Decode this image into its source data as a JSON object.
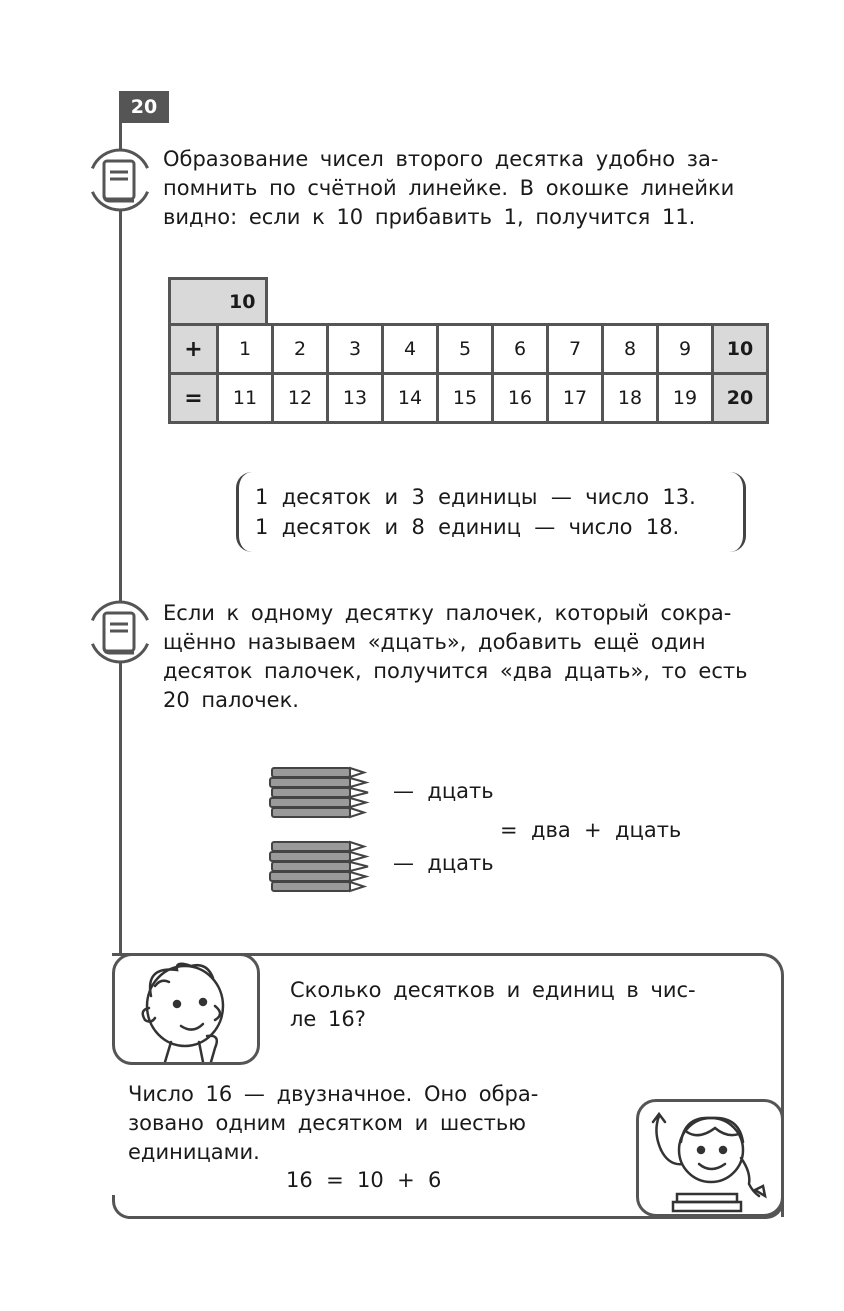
{
  "page_number": "20",
  "block1": {
    "lines": [
      "Образование чисел второго десятка удобно за-",
      "помнить по счётной линейке. В окошке линейки",
      "видно: если к 10 прибавить 1, получится 11."
    ]
  },
  "ruler": {
    "header": "10",
    "plus_sign": "+",
    "equals_sign": "=",
    "top_row": [
      "1",
      "2",
      "3",
      "4",
      "5",
      "6",
      "7",
      "8",
      "9",
      "10"
    ],
    "bottom_row": [
      "11",
      "12",
      "13",
      "14",
      "15",
      "16",
      "17",
      "18",
      "19",
      "20"
    ]
  },
  "examples": {
    "line1": "1  десяток  и  3  единицы  —  число  13.",
    "line2": "1  десяток  и  8  единиц  —  число  18."
  },
  "block2": {
    "lines": [
      "Если к одному десятку палочек, который сокра-",
      "щённо называем «дцать», добавить ещё один",
      "десяток палочек, получится «два дцать», то есть",
      "20 палочек."
    ]
  },
  "sticks": {
    "label_top": "—  дцать",
    "label_bottom": "—  дцать",
    "result": "=  два  +  дцать"
  },
  "question": {
    "lines": [
      "Сколько десятков и единиц в чис-",
      "ле 16?"
    ]
  },
  "answer": {
    "lines": [
      "Число 16 — двузначное. Оно обра-",
      "зовано одним десятком и шестью",
      "единицами."
    ],
    "equation": "16  =  10  +  6"
  }
}
